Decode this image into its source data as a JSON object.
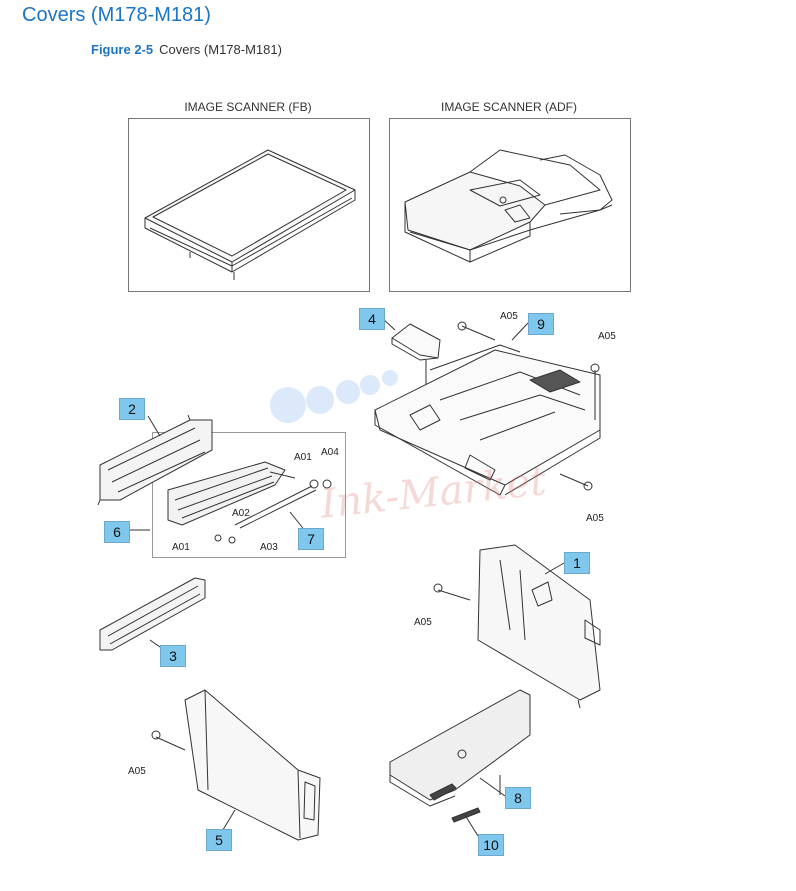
{
  "page": {
    "title": "Covers (M178-M181)",
    "figure_number": "Figure 2-5",
    "figure_caption": "Covers (M178-M181)"
  },
  "scanner_boxes": {
    "fb_title": "IMAGE SCANNER (FB)",
    "adf_title": "IMAGE SCANNER (ADF)"
  },
  "callouts": {
    "c1": "1",
    "c2": "2",
    "c3": "3",
    "c4": "4",
    "c5": "5",
    "c6": "6",
    "c7": "7",
    "c8": "8",
    "c9": "9",
    "c10": "10"
  },
  "refs": {
    "a05_top": "A05",
    "a05_right": "A05",
    "a05_lower_right": "A05",
    "a05_side_cover": "A05",
    "a05_front_left": "A05",
    "a01_top": "A01",
    "a04": "A04",
    "a02": "A02",
    "a01_bottom": "A01",
    "a03": "A03"
  },
  "watermark": "Ink-Market",
  "colors": {
    "heading": "#1b74c5",
    "callout_fill": "#7fc7ec",
    "line": "#333333"
  }
}
